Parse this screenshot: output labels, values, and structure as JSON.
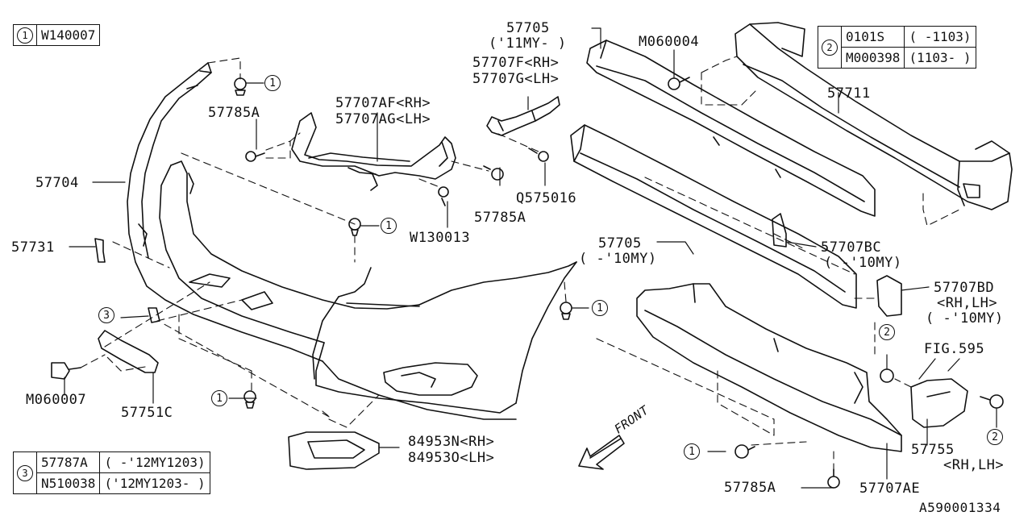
{
  "diagram_id": "A590001334",
  "fig_ref": "FIG.595",
  "front_label": "FRONT",
  "note_tables": {
    "t1": {
      "key": "1",
      "rows": [
        [
          "W140007"
        ]
      ]
    },
    "t2": {
      "key": "2",
      "rows": [
        [
          "0101S",
          "(    -1103)"
        ],
        [
          "M000398",
          "(1103-    )"
        ]
      ]
    },
    "t3": {
      "key": "3",
      "rows": [
        [
          "57787A",
          "(    -'12MY1203)"
        ],
        [
          "N510038",
          "('12MY1203-    )"
        ]
      ]
    }
  },
  "parts": {
    "p57705_upper": "57705",
    "p57705_upper_note": "('11MY-    )",
    "p57707F": "57707F<RH>",
    "p57707G": "57707G<LH>",
    "pM060004": "M060004",
    "p57711": "57711",
    "p57785A_top": "57785A",
    "p57707AF": "57707AF<RH>",
    "p57707AG": "57707AG<LH>",
    "p57704": "57704",
    "pQ575016": "Q575016",
    "pW130013": "W130013",
    "p57785A_mid": "57785A",
    "p57731": "57731",
    "p57705_lower": "57705",
    "p57705_lower_note": "(    -'10MY)",
    "p57707BC": "57707BC",
    "p57707BC_note": "(    -'10MY)",
    "p57707BD": "57707BD",
    "p57707BD_side": "<RH,LH>",
    "p57707BD_note": "(    -'10MY)",
    "pM060007": "M060007",
    "p57751C": "57751C",
    "p84953N": "84953N<RH>",
    "p84953O": "84953O<LH>",
    "p57755": "57755",
    "p57755_side": "<RH,LH>",
    "p57785A_bot": "57785A",
    "p57707AE": "57707AE"
  },
  "callouts": {
    "c1": "1",
    "c2": "2",
    "c3": "3"
  }
}
